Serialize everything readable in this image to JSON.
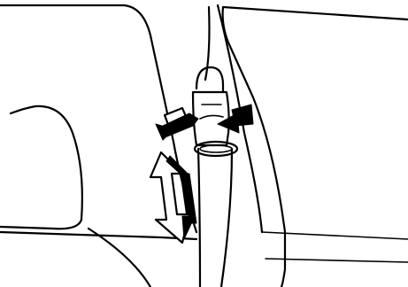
{
  "figure": {
    "labels": [],
    "icons": {
      "press_arrow_left": "press-release-arrow",
      "press_arrow_right": "press-release-arrow",
      "height_arrow": "up-down-adjust-arrow"
    },
    "colors": {
      "ink": "#000000",
      "paper": "#ffffff"
    }
  }
}
